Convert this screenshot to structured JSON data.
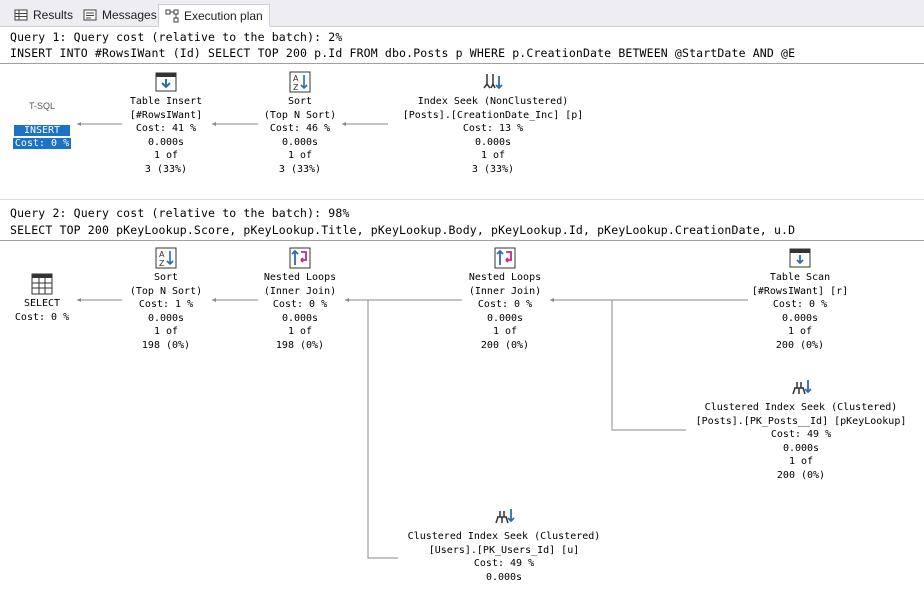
{
  "tabs": [
    {
      "label": "Results",
      "icon": "grid-icon"
    },
    {
      "label": "Messages",
      "icon": "messages-icon"
    },
    {
      "label": "Execution plan",
      "icon": "execution-plan-icon",
      "active": true
    }
  ],
  "query1": {
    "header": "Query 1: Query cost (relative to the batch): 2%",
    "sql": "INSERT INTO #RowsIWant (Id) SELECT TOP 200 p.Id FROM dbo.Posts p WHERE p.CreationDate BETWEEN @StartDate AND @E",
    "nodes": {
      "root": {
        "title": "T-SQL",
        "line1": "INSERT",
        "line2": "Cost: 0 %"
      },
      "insert": {
        "line1": "Table Insert",
        "line2": "[#RowsIWant]",
        "line3": "Cost: 41 %",
        "line4": "0.000s",
        "line5": "1 of",
        "line6": "3 (33%)"
      },
      "sort": {
        "line1": "Sort",
        "line2": "(Top N Sort)",
        "line3": "Cost: 46 %",
        "line4": "0.000s",
        "line5": "1 of",
        "line6": "3 (33%)"
      },
      "seek": {
        "line1": "Index Seek (NonClustered)",
        "line2": "[Posts].[CreationDate_Inc] [p]",
        "line3": "Cost: 13 %",
        "line4": "0.000s",
        "line5": "1 of",
        "line6": "3 (33%)"
      }
    }
  },
  "query2": {
    "header": "Query 2: Query cost (relative to the batch): 98%",
    "sql": "SELECT TOP 200 pKeyLookup.Score, pKeyLookup.Title, pKeyLookup.Body, pKeyLookup.Id, pKeyLookup.CreationDate, u.D",
    "nodes": {
      "select": {
        "line1": "SELECT",
        "line2": "Cost: 0 %"
      },
      "sort": {
        "line1": "Sort",
        "line2": "(Top N Sort)",
        "line3": "Cost: 1 %",
        "line4": "0.000s",
        "line5": "1 of",
        "line6": "198 (0%)"
      },
      "loops1": {
        "line1": "Nested Loops",
        "line2": "(Inner Join)",
        "line3": "Cost: 0 %",
        "line4": "0.000s",
        "line5": "1 of",
        "line6": "198 (0%)"
      },
      "loops2": {
        "line1": "Nested Loops",
        "line2": "(Inner Join)",
        "line3": "Cost: 0 %",
        "line4": "0.000s",
        "line5": "1 of",
        "line6": "200 (0%)"
      },
      "scan": {
        "line1": "Table Scan",
        "line2": "[#RowsIWant] [r]",
        "line3": "Cost: 0 %",
        "line4": "0.000s",
        "line5": "1 of",
        "line6": "200 (0%)"
      },
      "cis_posts": {
        "line1": "Clustered Index Seek (Clustered)",
        "line2": "[Posts].[PK_Posts__Id] [pKeyLookup]",
        "line3": "Cost: 49 %",
        "line4": "0.000s",
        "line5": "1 of",
        "line6": "200 (0%)"
      },
      "cis_users": {
        "line1": "Clustered Index Seek (Clustered)",
        "line2": "[Users].[PK_Users_Id] [u]",
        "line3": "Cost: 49 %",
        "line4": "0.000s"
      }
    }
  },
  "colors": {
    "accent": "#1a73c8",
    "iconBlue": "#2b6cb0",
    "iconPink": "#c2298a",
    "wire": "#888888"
  }
}
